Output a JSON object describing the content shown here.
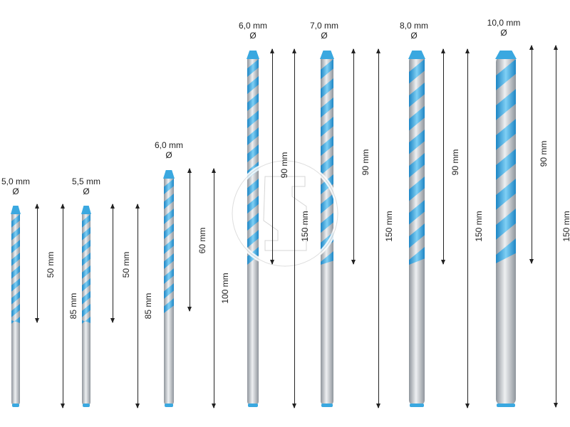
{
  "colors": {
    "flute": "#3aa8e0",
    "flute_dark": "#1e85c4",
    "shank": "#c9cdd2",
    "shank_dark": "#8f959c",
    "line": "#222222"
  },
  "drills": [
    {
      "diameter": "5,0 mm",
      "symbol": "Ø",
      "working_length": "50 mm",
      "total_length": "85 mm"
    },
    {
      "diameter": "5,5 mm",
      "symbol": "Ø",
      "working_length": "50 mm",
      "total_length": "85 mm"
    },
    {
      "diameter": "6,0 mm",
      "symbol": "Ø",
      "working_length": "60 mm",
      "total_length": "100 mm"
    },
    {
      "diameter": "6,0 mm",
      "symbol": "Ø",
      "working_length": "90 mm",
      "total_length": "150 mm"
    },
    {
      "diameter": "7,0 mm",
      "symbol": "Ø",
      "working_length": "90 mm",
      "total_length": "150 mm"
    },
    {
      "diameter": "8,0 mm",
      "symbol": "Ø",
      "working_length": "90 mm",
      "total_length": "150 mm"
    },
    {
      "diameter": "10,0 mm",
      "symbol": "Ø",
      "working_length": "90 mm",
      "total_length": "150 mm"
    }
  ]
}
